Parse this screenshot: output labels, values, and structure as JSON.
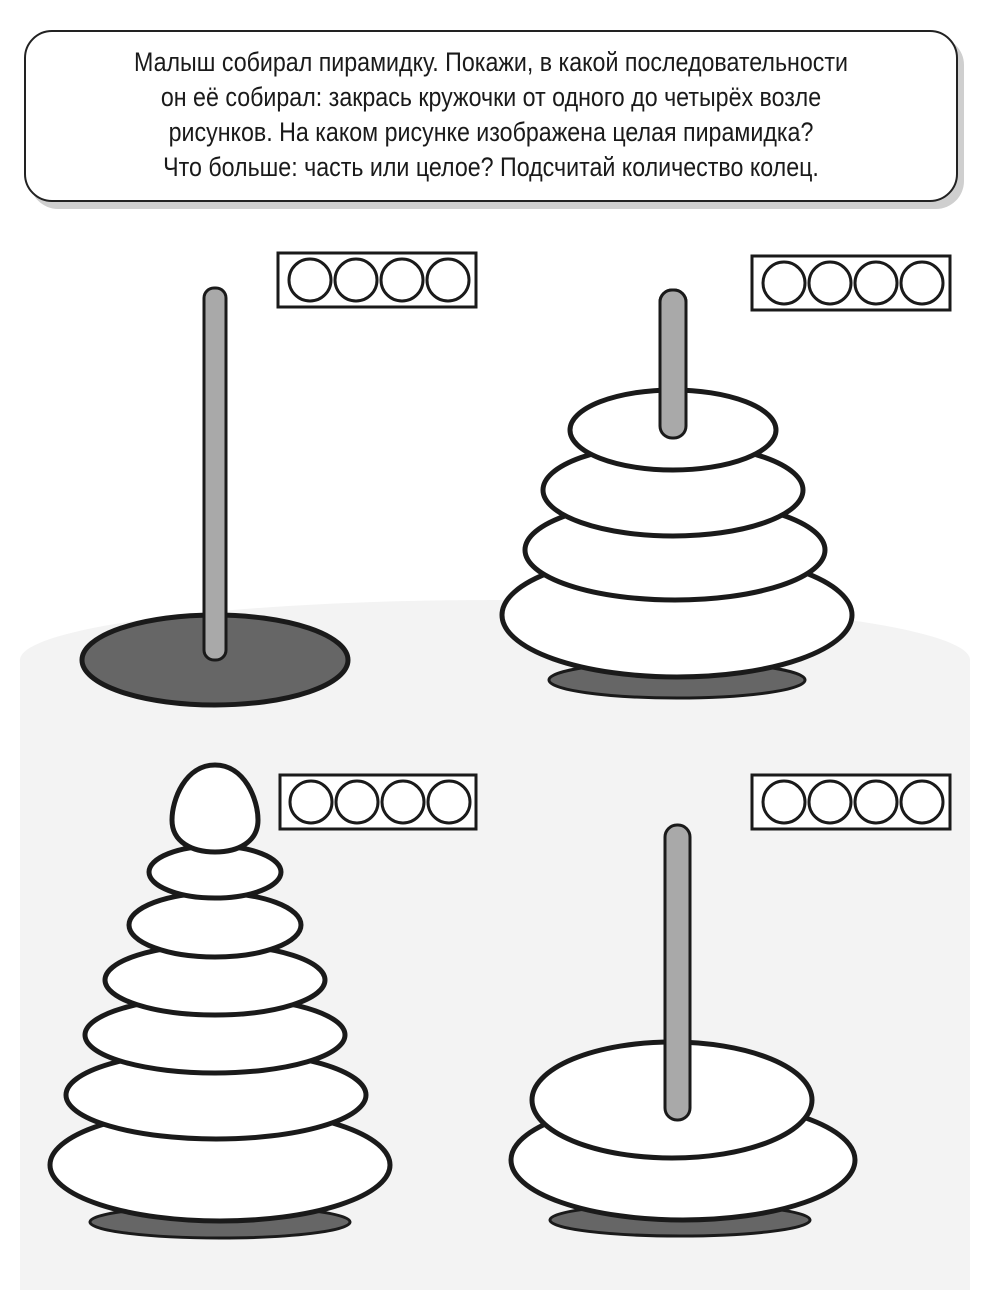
{
  "task": {
    "lines": [
      "Малыш собирал пирамидку. Покажи, в какой последовательности",
      "он её собирал: закрась кружочки от одного до четырёх возле",
      "рисунков. На каком рисунке изображена целая пирамидка?",
      "Что больше: часть или целое? Подсчитай количество колец."
    ]
  },
  "pictures": [
    {
      "name": "empty-pole",
      "rings": 0,
      "answer_circles": 4
    },
    {
      "name": "four-rings",
      "rings": 4,
      "answer_circles": 4
    },
    {
      "name": "full-pyramid",
      "rings": 7,
      "answer_circles": 4
    },
    {
      "name": "two-rings",
      "rings": 2,
      "answer_circles": 4
    }
  ],
  "colors": {
    "pole": "#a9a9a9",
    "base": "#666666",
    "outline": "#1a1a1a"
  }
}
